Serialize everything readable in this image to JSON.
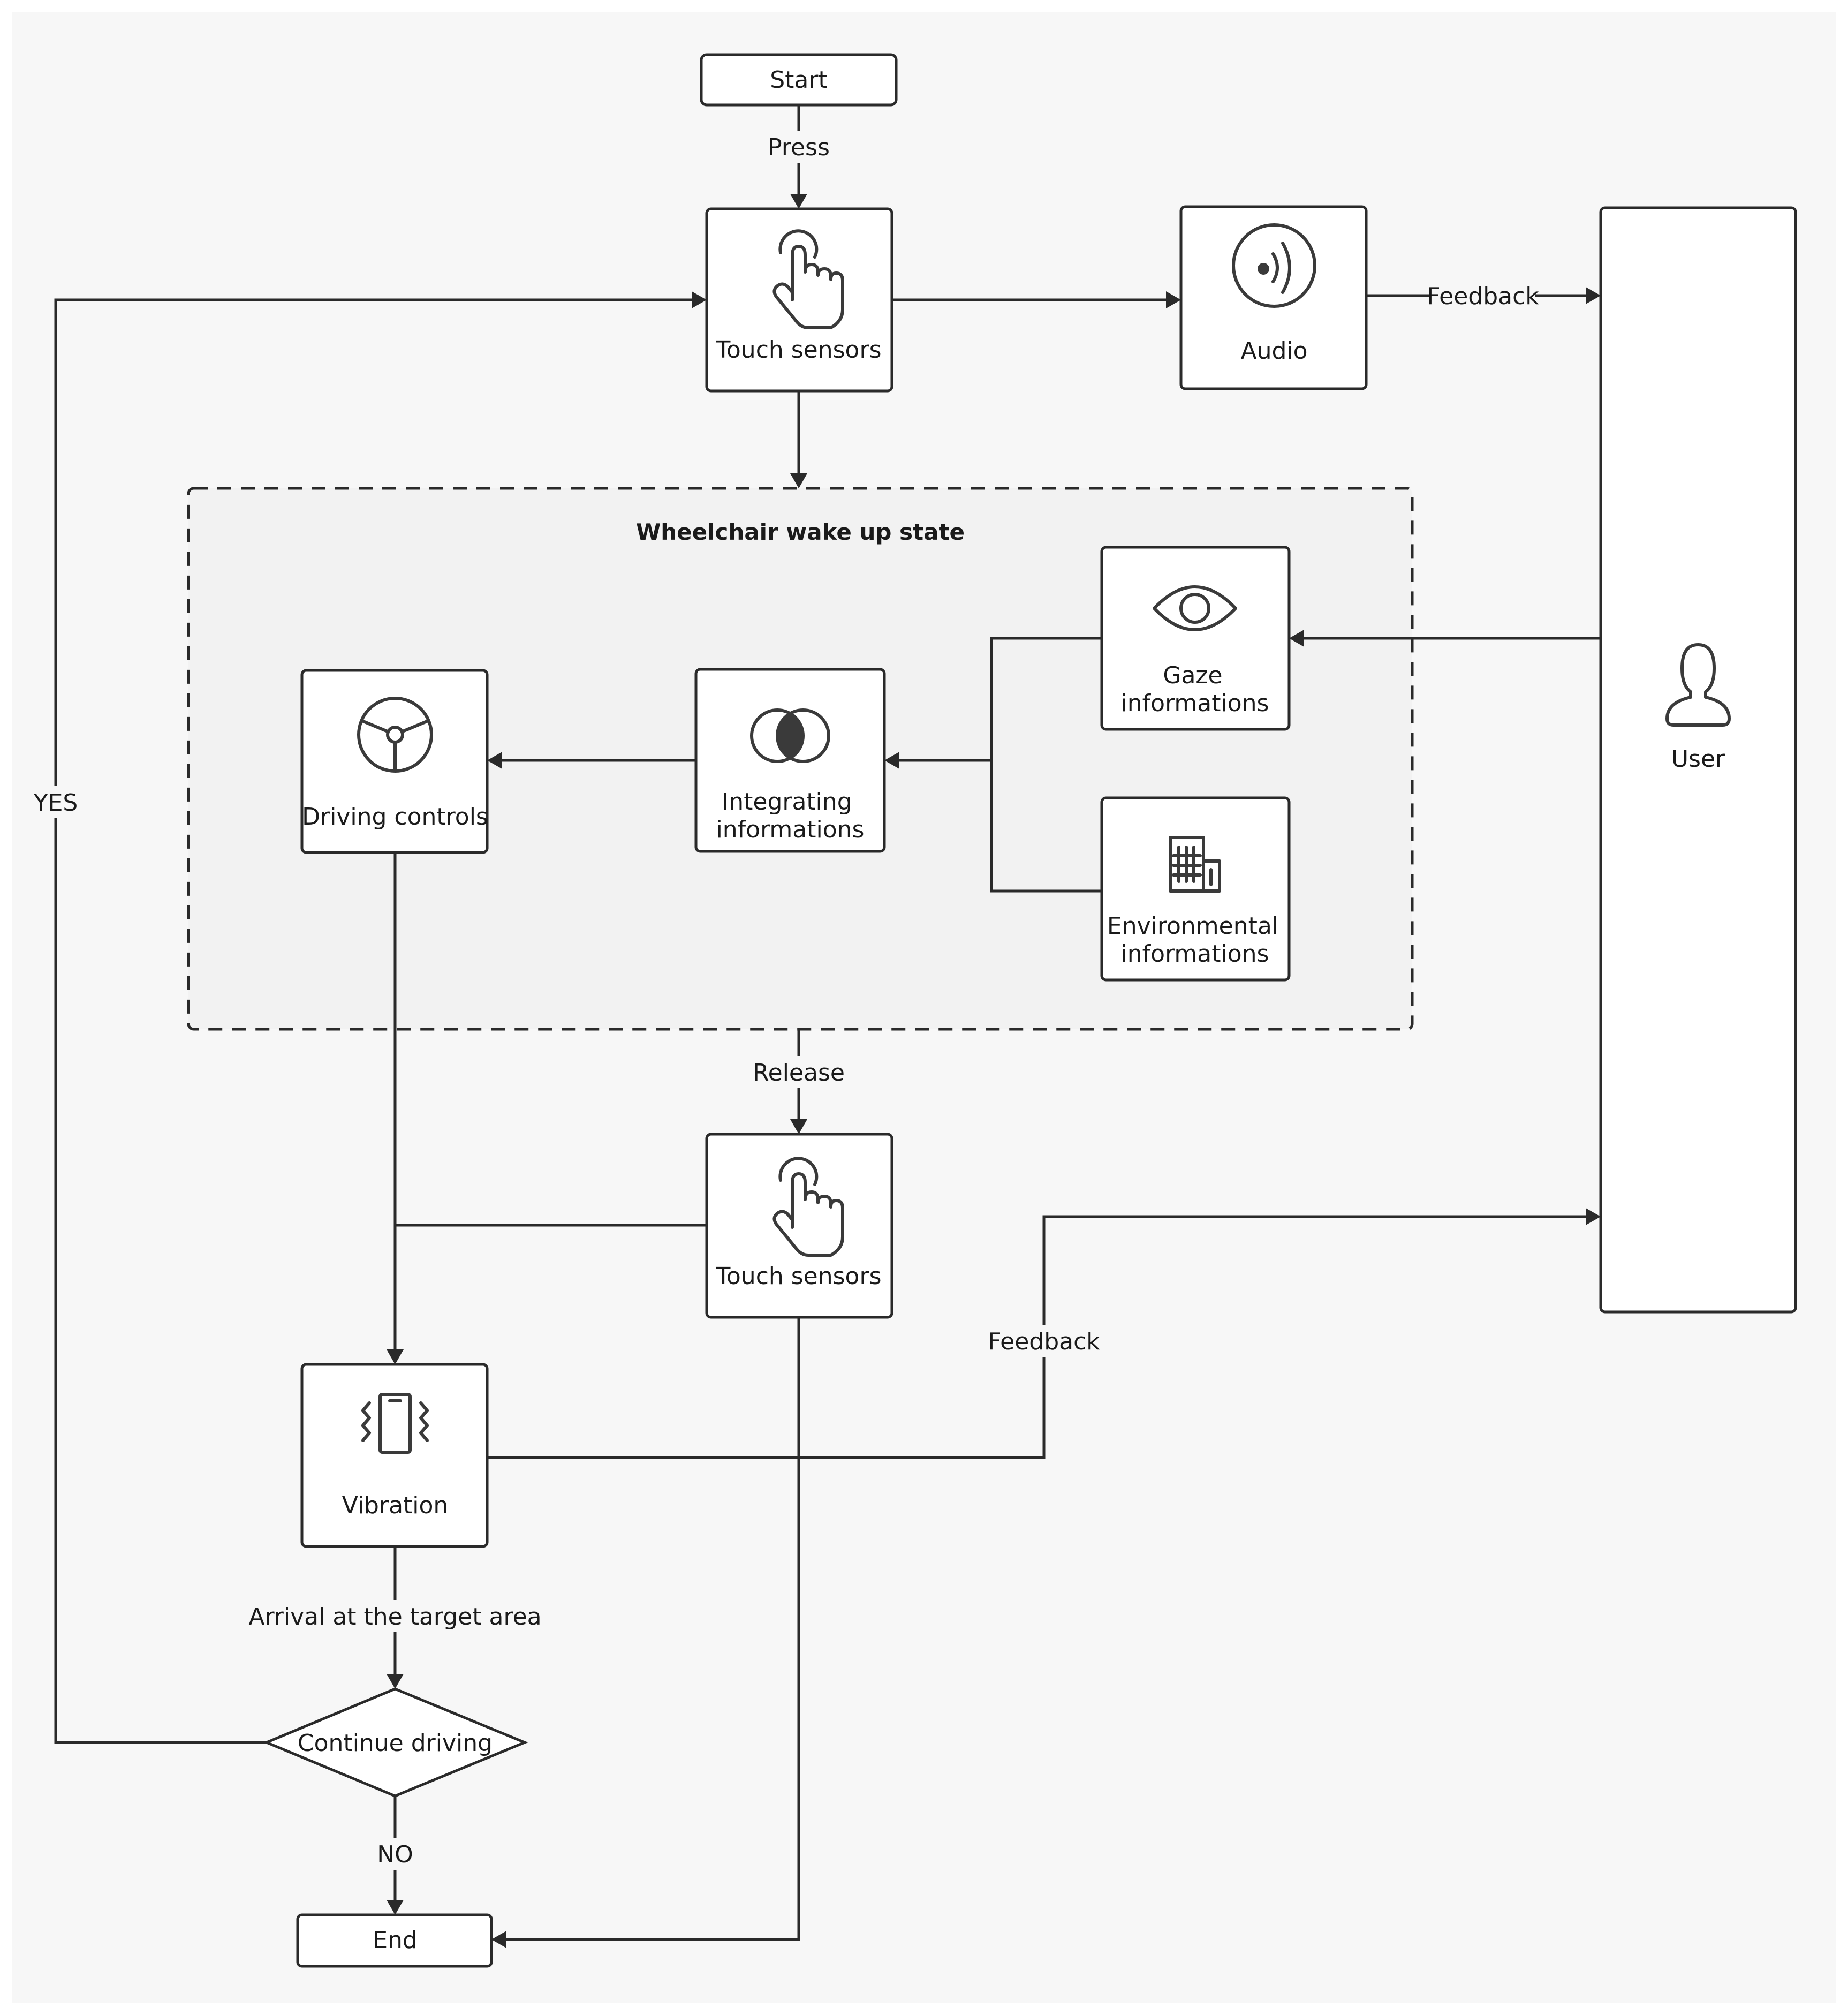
{
  "diagram": {
    "group": {
      "title": "Wheelchair wake up state"
    },
    "nodes": {
      "start": "Start",
      "touch1": "Touch sensors",
      "audio": "Audio",
      "user": "User",
      "gaze_l1": "Gaze",
      "gaze_l2": "informations",
      "env_l1": "Environmental",
      "env_l2": "informations",
      "integ_l1": "Integrating",
      "integ_l2": "informations",
      "driving": "Driving controls",
      "touch2": "Touch sensors",
      "vibration": "Vibration",
      "decision": "Continue driving",
      "end": "End"
    },
    "edges": {
      "press": "Press",
      "feedback_audio": "Feedback",
      "release": "Release",
      "feedback_vib": "Feedback",
      "arrival": "Arrival at the target area",
      "yes": "YES",
      "no": "NO"
    },
    "icons": [
      "touch-hand-icon",
      "audio-waves-icon",
      "user-person-icon",
      "eye-icon",
      "building-icon",
      "venn-circles-icon",
      "steering-wheel-icon",
      "vibration-phone-icon"
    ],
    "colors": {
      "line": "#2a2a2a",
      "group_fill": "#f2f2f2",
      "node_fill": "#ffffff",
      "background": "#ffffff"
    }
  }
}
